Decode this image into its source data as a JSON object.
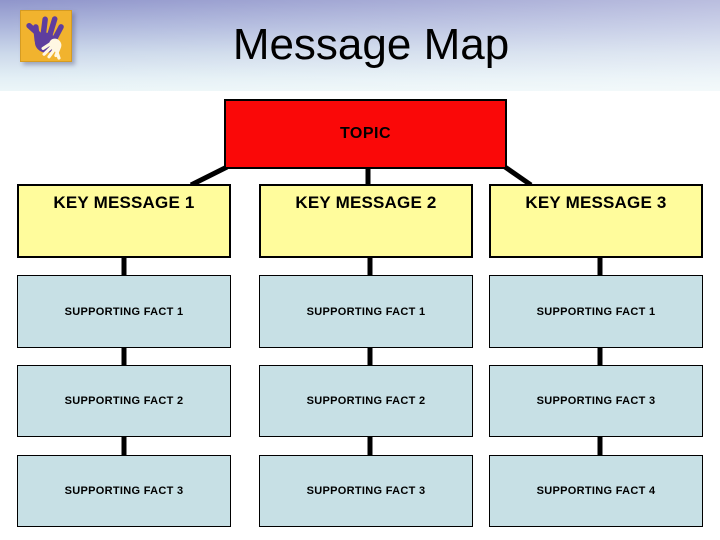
{
  "slide": {
    "title": "Message Map",
    "topic": {
      "label": "TOPIC"
    },
    "columns": [
      {
        "key_message": "KEY MESSAGE 1",
        "facts": [
          "SUPPORTING FACT 1",
          "SUPPORTING FACT 2",
          "SUPPORTING FACT 3"
        ]
      },
      {
        "key_message": "KEY MESSAGE 2",
        "facts": [
          "SUPPORTING FACT 1",
          "SUPPORTING FACT 2",
          "SUPPORTING FACT 3"
        ]
      },
      {
        "key_message": "KEY MESSAGE 3",
        "facts": [
          "SUPPORTING FACT 1",
          "SUPPORTING FACT 3",
          "SUPPORTING FACT 4"
        ]
      }
    ]
  },
  "icons": {
    "logo": "hands-logo"
  },
  "colors": {
    "topic_bg": "#FA0808",
    "key_message_bg": "#FFFC9C",
    "fact_bg": "#C7E0E5",
    "box_border": "#000000",
    "connector": "#000000",
    "title_text": "#000000",
    "logo_gold": "#F1B32E",
    "logo_purple": "#5E3D9E",
    "logo_hand_white": "#FFF7E2",
    "header_gradient_start": "#8F95CB",
    "header_gradient_end": "#ECF6F8"
  }
}
